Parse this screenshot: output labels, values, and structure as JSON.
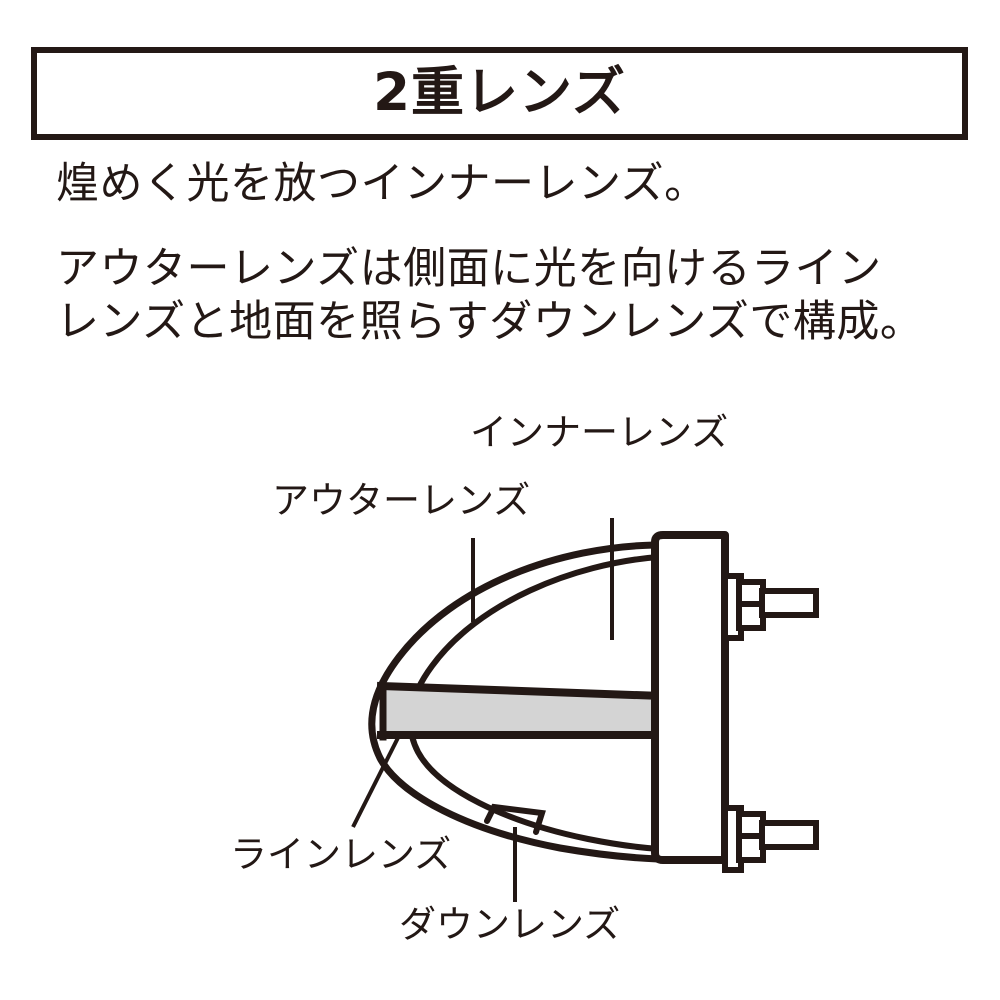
{
  "page": {
    "background_color": "#ffffff",
    "ink_color": "#231815",
    "lens_fill_color": "#d4d4d4"
  },
  "header": {
    "title": "2重レンズ",
    "border_color": "#231815"
  },
  "body": {
    "lines": [
      "煌めく光を放つインナーレンズ。",
      "アウターレンズは側面に光を向けるライン",
      "レンズと地面を照らすダウンレンズで構成。"
    ]
  },
  "diagram": {
    "name": "double-lens-cross-section",
    "callouts": {
      "inner_lens": "インナーレンズ",
      "outer_lens": "アウターレンズ",
      "line_lens": "ラインレンズ",
      "down_lens": "ダウンレンズ"
    },
    "parts": [
      {
        "id": "outer-lens",
        "label": "アウターレンズ"
      },
      {
        "id": "inner-lens",
        "label": "インナーレンズ"
      },
      {
        "id": "line-lens",
        "label": "ラインレンズ"
      },
      {
        "id": "down-lens",
        "label": "ダウンレンズ"
      },
      {
        "id": "housing-body",
        "label": "housing"
      },
      {
        "id": "mount-bolt-top",
        "label": "bolt"
      },
      {
        "id": "mount-bolt-bottom",
        "label": "bolt"
      }
    ]
  }
}
